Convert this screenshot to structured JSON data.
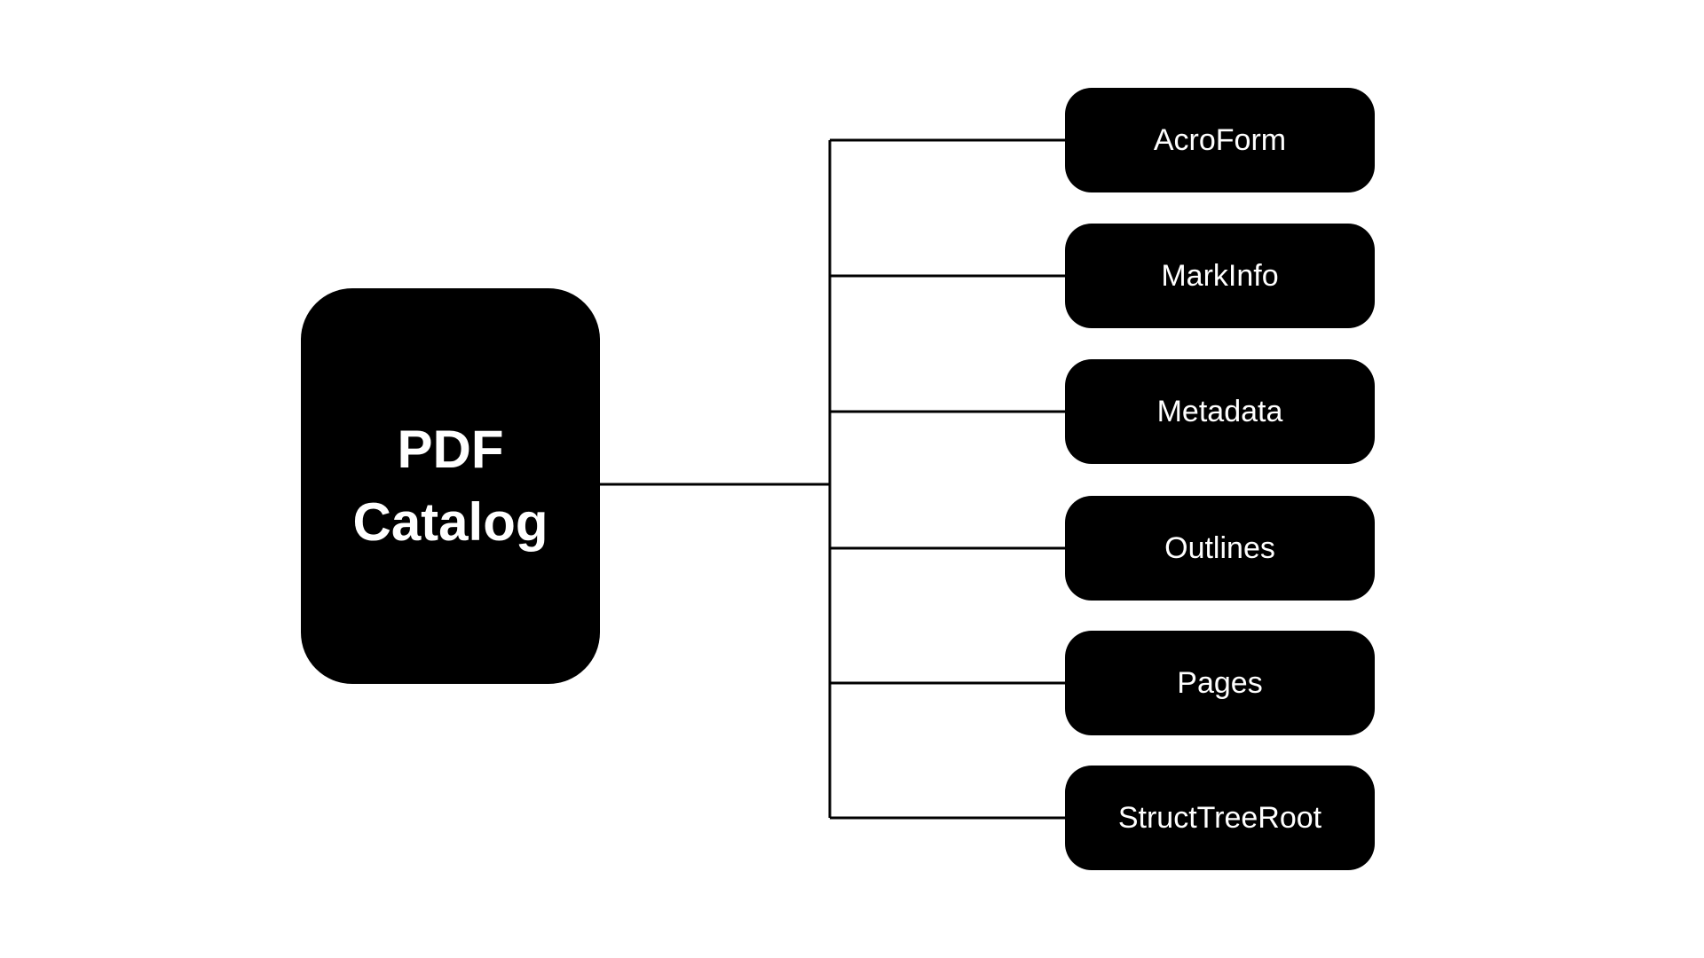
{
  "diagram": {
    "type": "tree",
    "orientation": "left-to-right",
    "root": {
      "id": "pdf-catalog",
      "label": "PDF Catalog",
      "label_lines": [
        "PDF",
        "Catalog"
      ]
    },
    "children": [
      {
        "id": "acroform",
        "label": "AcroForm"
      },
      {
        "id": "markinfo",
        "label": "MarkInfo"
      },
      {
        "id": "metadata",
        "label": "Metadata"
      },
      {
        "id": "outlines",
        "label": "Outlines"
      },
      {
        "id": "pages",
        "label": "Pages"
      },
      {
        "id": "structtreeroot",
        "label": "StructTreeRoot"
      }
    ],
    "colors": {
      "node_fill": "#000000",
      "node_text": "#ffffff",
      "connector": "#000000",
      "canvas_background": "#ffffff"
    }
  }
}
